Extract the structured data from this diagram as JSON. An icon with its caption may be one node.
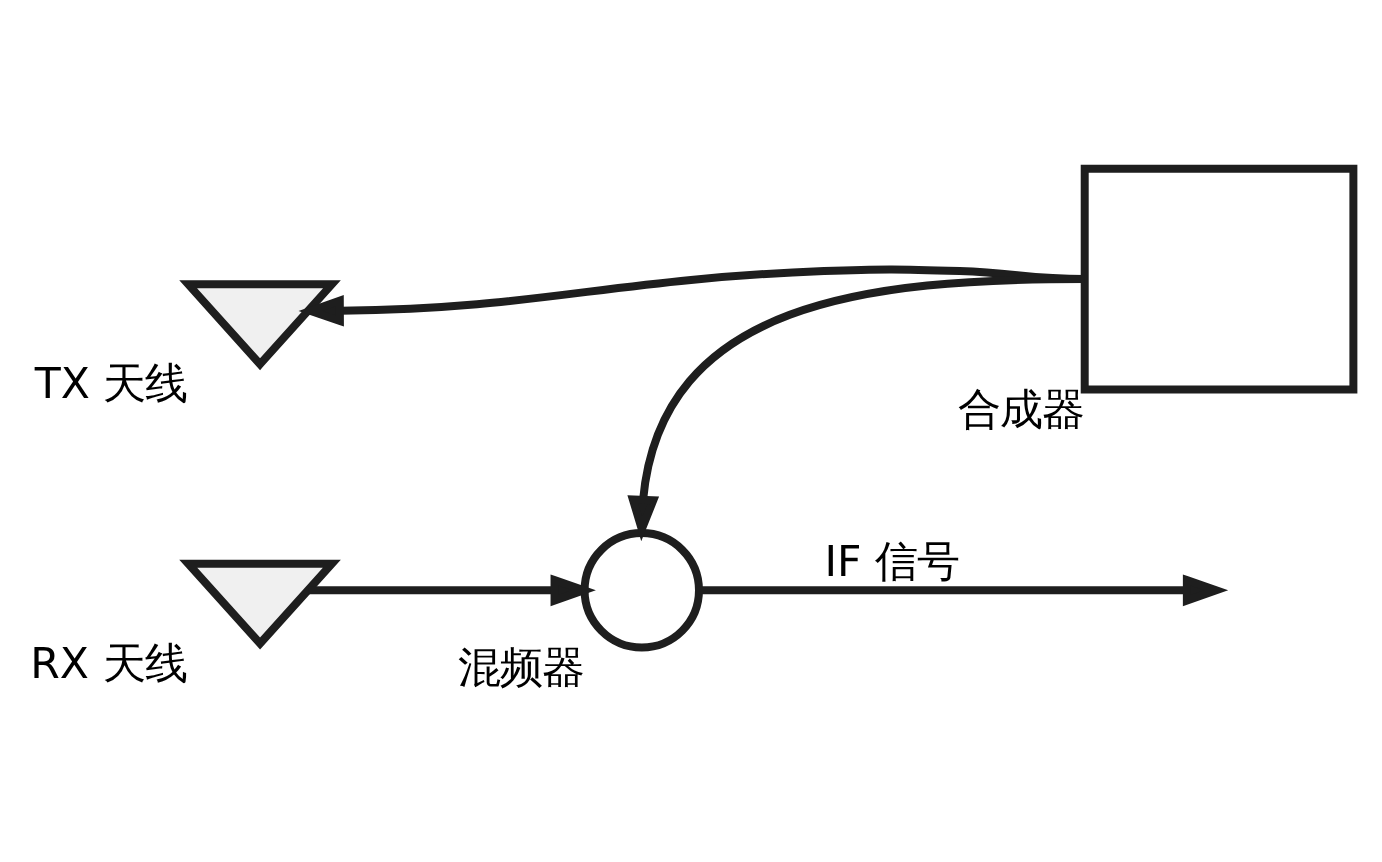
{
  "diagram": {
    "nodes": [
      {
        "text": [],
        "shape": "triangle",
        "beside": [
          "TX 天线"
        ]
      },
      {
        "text": [],
        "shape": "triangle",
        "beside": [
          "RX 天线"
        ]
      },
      {
        "text": [],
        "shape": "box",
        "beside": [
          "合成器"
        ]
      },
      {
        "text": [],
        "shape": "circle",
        "beside": [
          "混频器"
        ]
      }
    ],
    "edges": [
      {
        "from": 2,
        "to": 0,
        "arrow": "to"
      },
      {
        "from": 2,
        "to": 3,
        "arrow": "to"
      },
      {
        "from": 1,
        "to": 3,
        "arrow": "to"
      },
      {
        "from": 3,
        "to": null,
        "arrow": "to",
        "label": "IF 信号"
      }
    ]
  }
}
